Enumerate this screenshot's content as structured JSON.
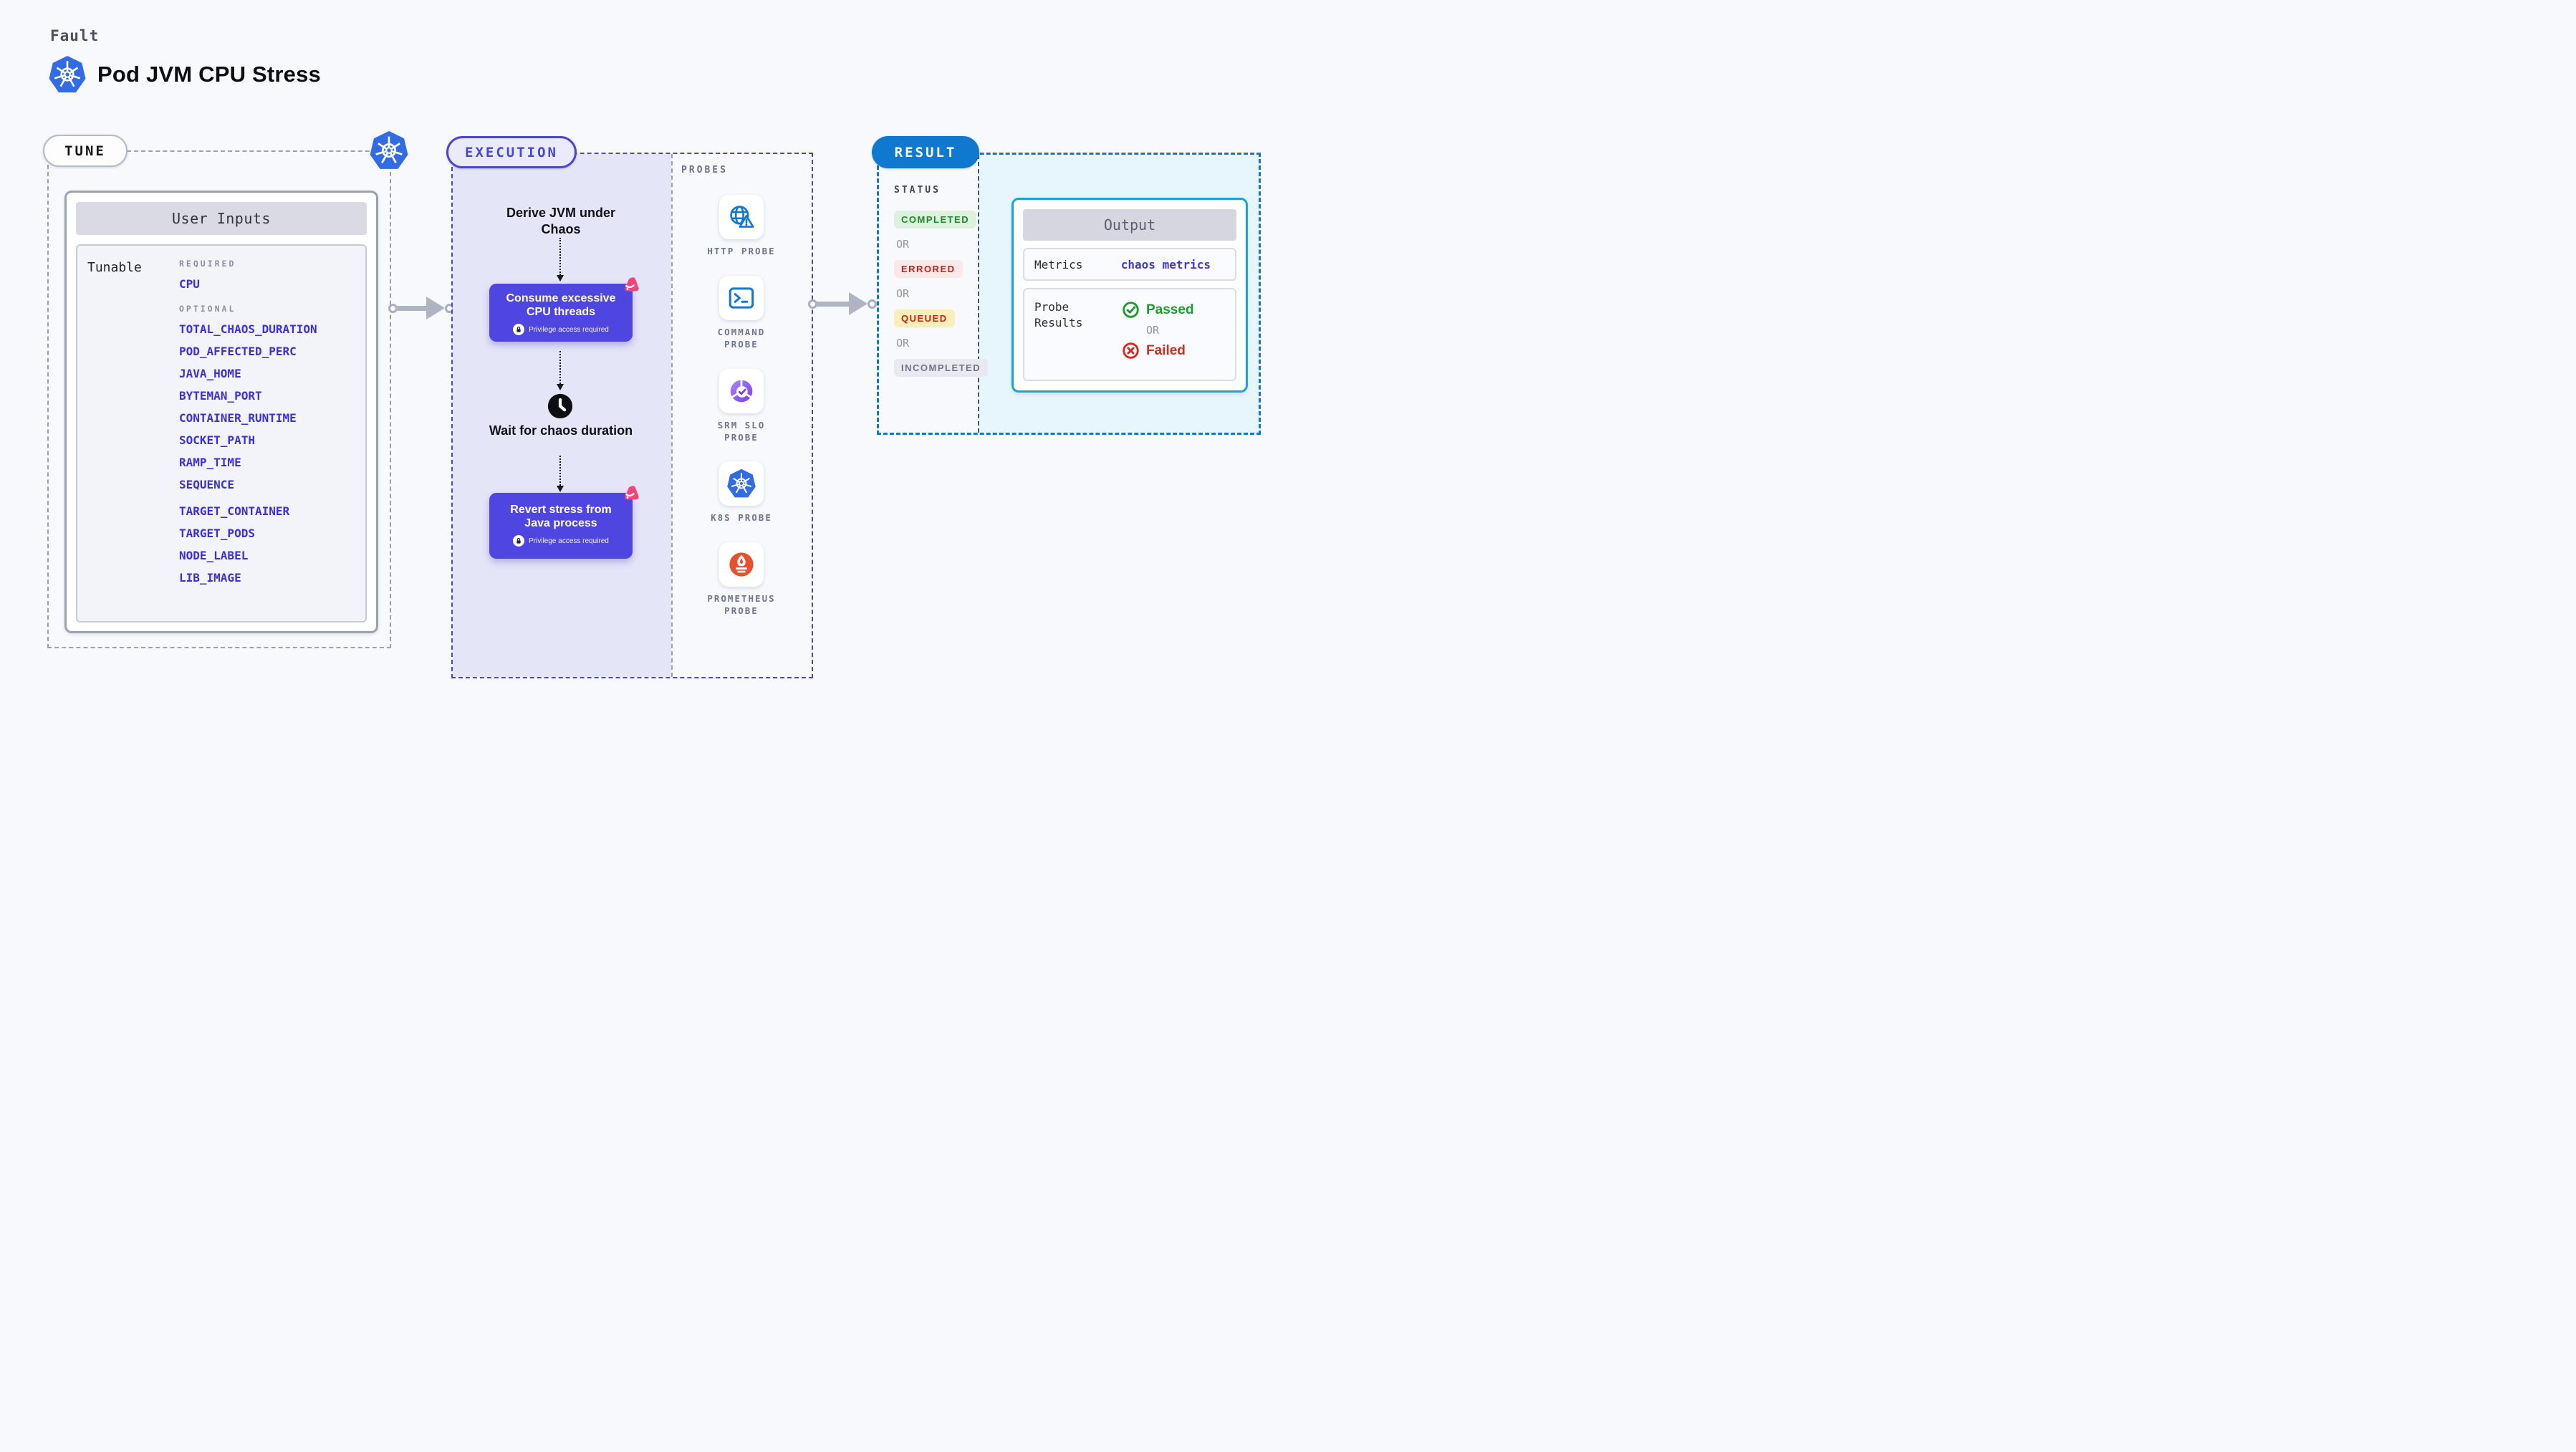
{
  "header": {
    "kicker": "Fault",
    "title": "Pod JVM CPU Stress"
  },
  "tune": {
    "badge": "TUNE",
    "panel_title": "User Inputs",
    "row_label": "Tunable",
    "required_label": "REQUIRED",
    "required_params": [
      "CPU"
    ],
    "optional_label": "OPTIONAL",
    "optional_params": [
      "TOTAL_CHAOS_DURATION",
      "POD_AFFECTED_PERC",
      "JAVA_HOME",
      "BYTEMAN_PORT",
      "CONTAINER_RUNTIME",
      "SOCKET_PATH",
      "RAMP_TIME",
      "SEQUENCE",
      "TARGET_CONTAINER",
      "TARGET_PODS",
      "NODE_LABEL",
      "LIB_IMAGE"
    ]
  },
  "execution": {
    "badge": "EXECUTION",
    "derive_label": "Derive JVM under Chaos",
    "consume": {
      "label": "Consume excessive CPU threads",
      "note": "Privilege access required"
    },
    "wait_label": "Wait for chaos duration",
    "revert": {
      "label": "Revert stress from Java process",
      "note": "Privilege access required"
    }
  },
  "probes": {
    "heading": "PROBES",
    "items": [
      {
        "icon": "globe-warning-icon",
        "label": "HTTP PROBE"
      },
      {
        "icon": "terminal-icon",
        "label": "COMMAND PROBE"
      },
      {
        "icon": "slo-donut-check-icon",
        "label": "SRM SLO PROBE"
      },
      {
        "icon": "kubernetes-icon",
        "label": "K8S PROBE"
      },
      {
        "icon": "prometheus-flame-icon",
        "label": "PROMETHEUS PROBE"
      }
    ]
  },
  "result": {
    "badge": "RESULT",
    "status_heading": "STATUS",
    "or_label": "OR",
    "statuses": [
      {
        "label": "COMPLETED",
        "kind": "completed"
      },
      {
        "label": "ERRORED",
        "kind": "errored"
      },
      {
        "label": "QUEUED",
        "kind": "queued"
      },
      {
        "label": "INCOMPLETED",
        "kind": "incompleted"
      }
    ],
    "output": {
      "title": "Output",
      "metrics_label": "Metrics",
      "metrics_value": "chaos metrics",
      "probe_results_label": "Probe Results",
      "passed_label": "Passed",
      "or_label": "OR",
      "failed_label": "Failed"
    }
  },
  "colors": {
    "page_bg": "#f7f9fc",
    "accent_indigo": "#4a45d5",
    "step_box_indigo": "#4f46e1",
    "lavender": "#e5e5f8",
    "param_blue": "#3b2fe0",
    "result_blue": "#0f79cf",
    "output_border_cyan": "#15a6dd",
    "light_blue": "#e7f5fd",
    "passed_green": "#1d9b31",
    "failed_red": "#d62b1e",
    "completed_green": "#1b8b2c",
    "litmus_pink": "#f5437b",
    "k8s_blue": "#326ce5",
    "prometheus_orange": "#e6522c",
    "arrow_gray": "#b0b4c2"
  }
}
